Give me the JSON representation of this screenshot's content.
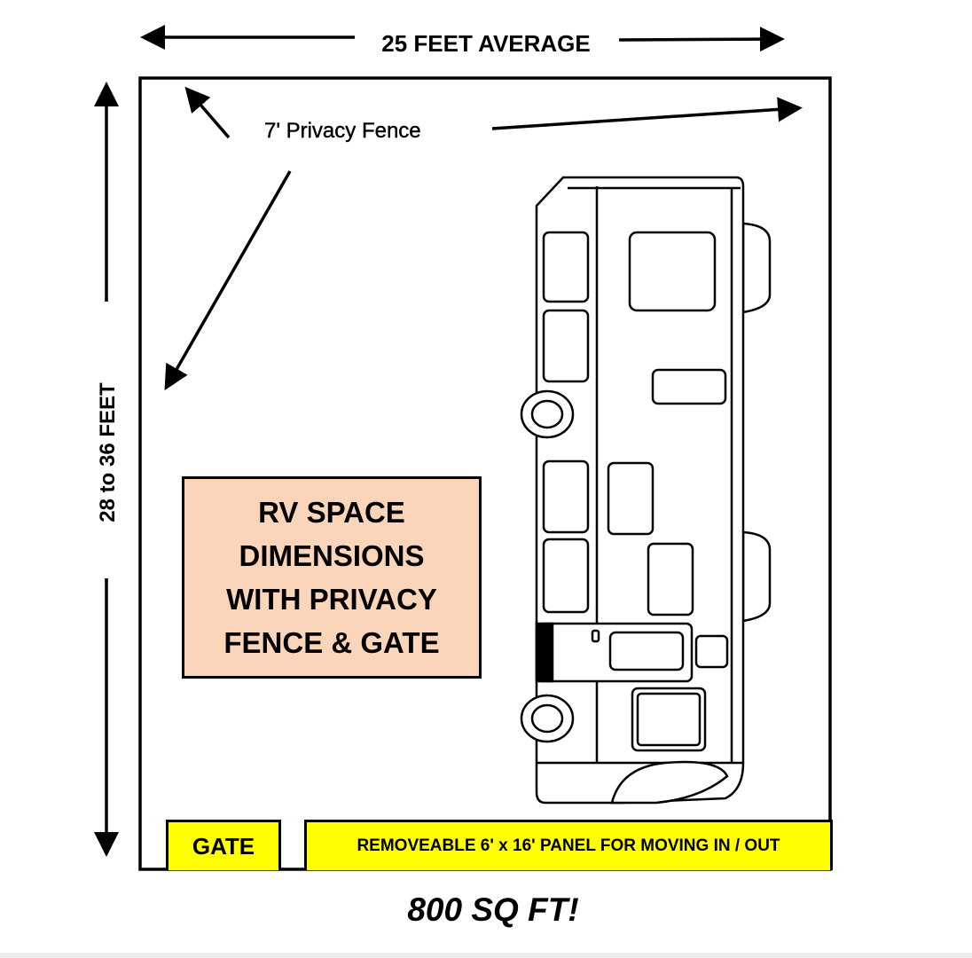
{
  "width_label": "25 FEET AVERAGE",
  "length_label": "28 to 36 FEET",
  "fence_label": "7' Privacy Fence",
  "title_lines": [
    "RV SPACE",
    "DIMENSIONS",
    "WITH PRIVACY",
    "FENCE & GATE"
  ],
  "gate_label": "GATE",
  "panel_label": "REMOVEABLE 6' x 16' PANEL FOR MOVING IN / OUT",
  "area_label": "800 SQ FT!",
  "colors": {
    "title_box": "#fbd5b9",
    "gate": "#ffff00"
  }
}
